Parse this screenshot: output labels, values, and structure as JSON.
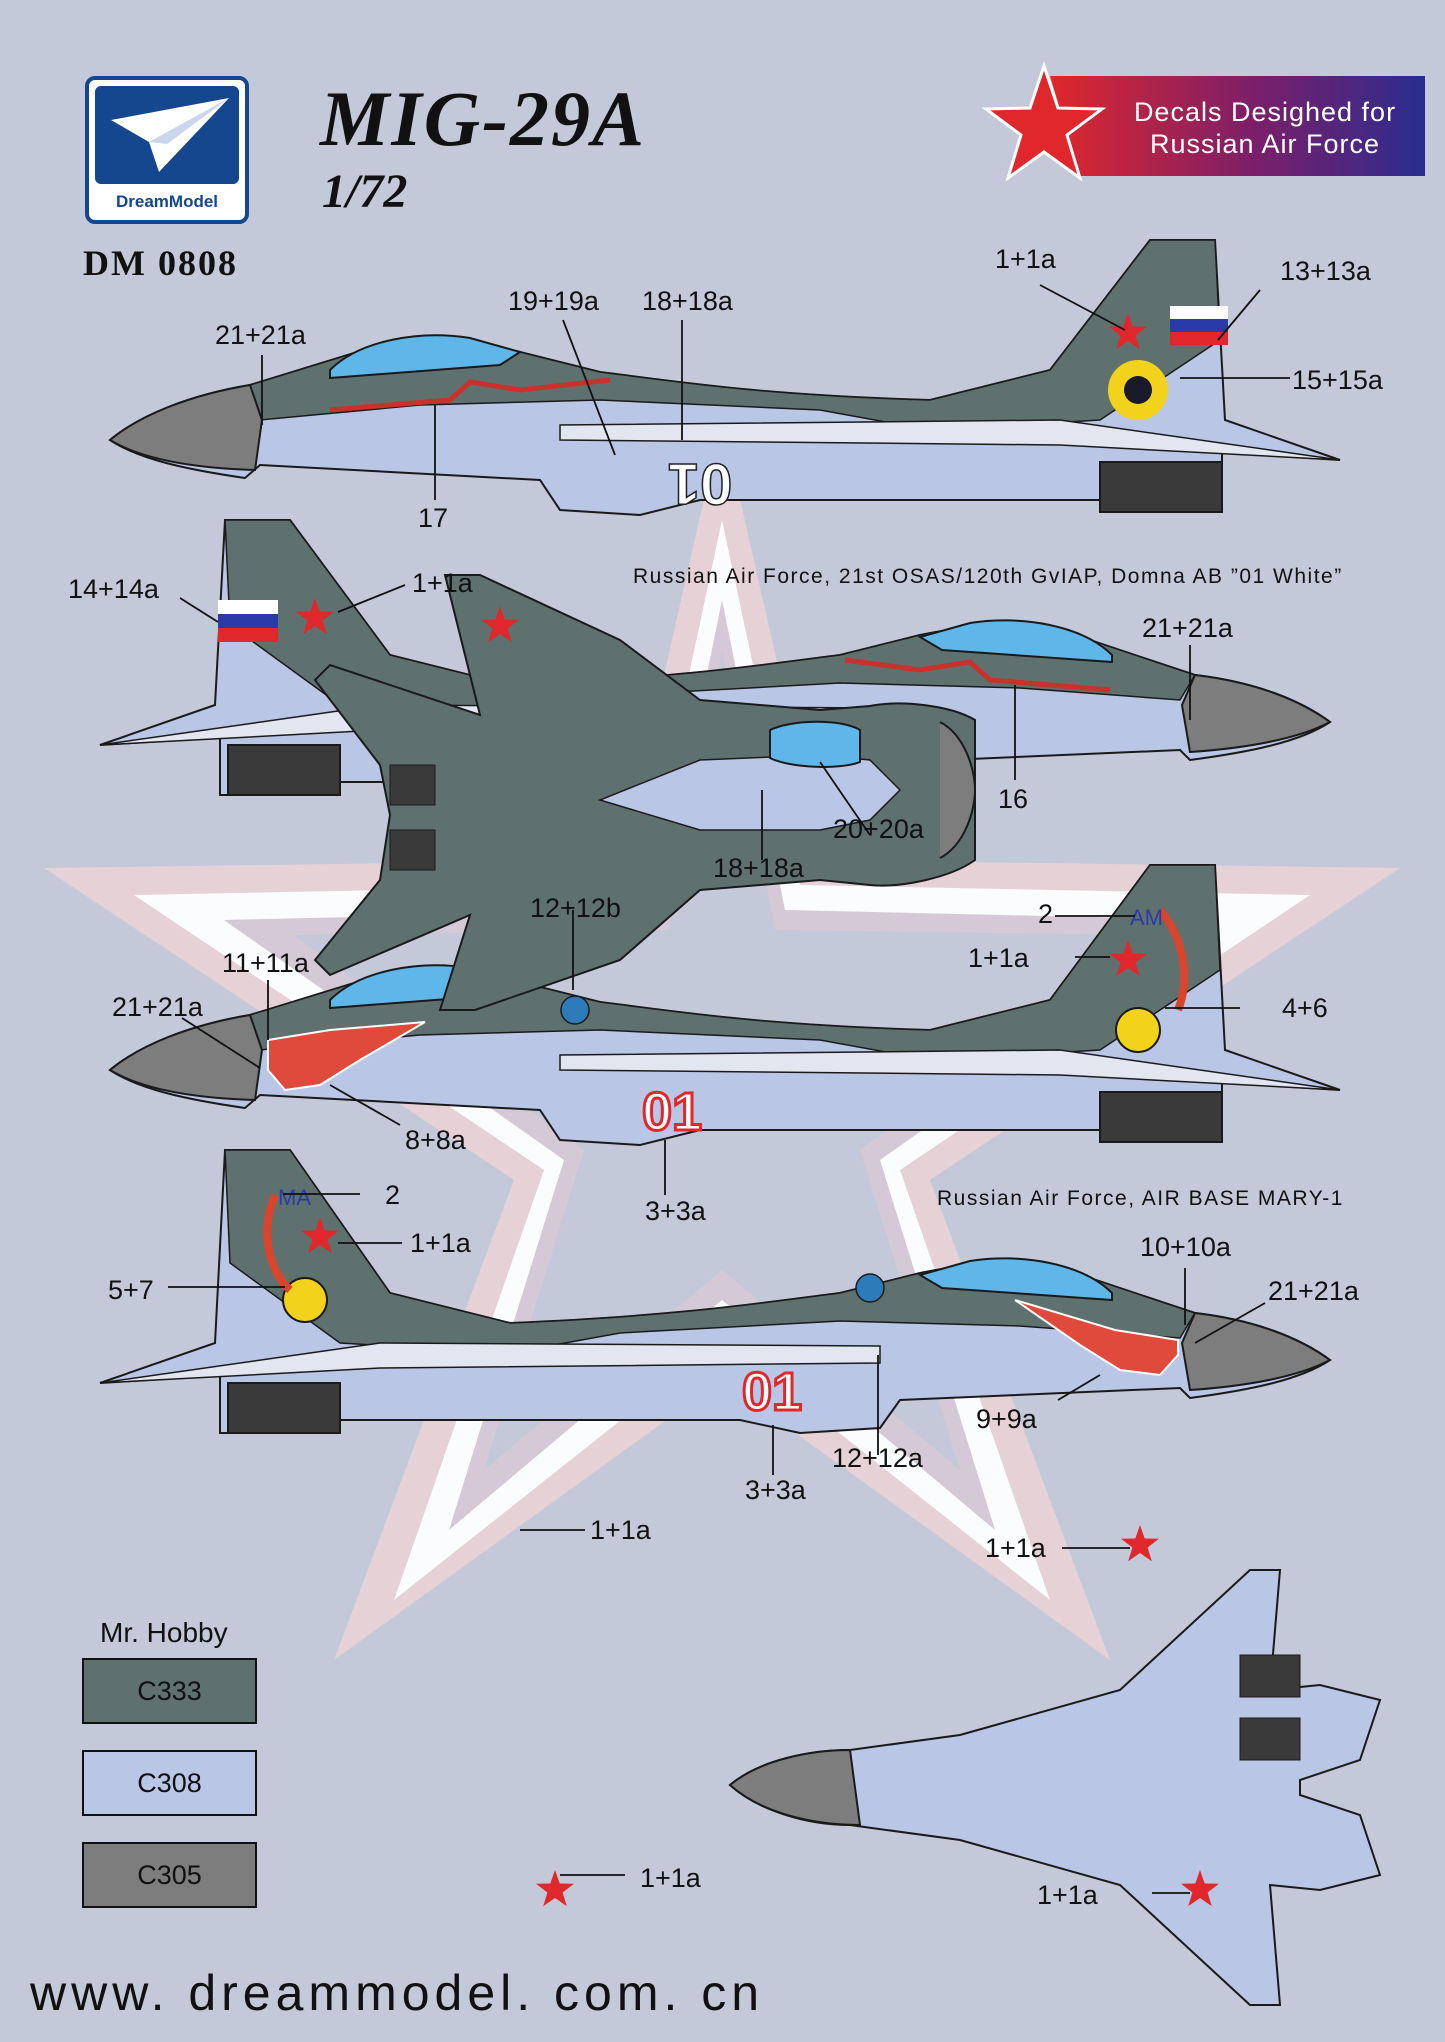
{
  "header": {
    "brand_name": "DreamModel",
    "title": "MIG-29A",
    "scale": "1/72",
    "product_code": "DM 0808",
    "banner_text_line1": "Decals Desighed for",
    "banner_text_line2": "Russian Air Force"
  },
  "colors": {
    "background": "#c3c9d8",
    "camo_dark": "#5f716f",
    "camo_light": "#b9c6e6",
    "radome": "#7d7d7d",
    "star_red": "#e0272c",
    "brand_blue": "#14478e"
  },
  "callouts": {
    "a1_21": "21+21a",
    "a1_19": "19+19a",
    "a1_18": "18+18a",
    "a1_1": "1+1a",
    "a1_13": "13+13a",
    "a1_15": "15+15a",
    "a1_17": "17",
    "a2_14": "14+14a",
    "a2_1": "1+1a",
    "a2_21": "21+21a",
    "a2_16": "16",
    "a2_20": "20+20a",
    "a2_18": "18+18a",
    "a3_12": "12+12b",
    "a3_11": "11+11a",
    "a3_21": "21+21a",
    "a3_8": "8+8a",
    "a3_3": "3+3a",
    "a3_2": "2",
    "a3_1": "1+1a",
    "a3_4": "4+6",
    "a4_2": "2",
    "a4_1": "1+1a",
    "a4_5": "5+7",
    "a4_10": "10+10a",
    "a4_21": "21+21a",
    "a4_9": "9+9a",
    "a4_12": "12+12a",
    "a4_3": "3+3a",
    "top_1a": "1+1a",
    "top_1b": "1+1a",
    "bot_1a": "1+1a",
    "bot_1b": "1+1a"
  },
  "captions": {
    "scheme1": "Russian Air Force, 21st OSAS/120th GvIAP, Domna AB ”01 White”",
    "scheme2": "Russian Air Force, AIR BASE MARY-1"
  },
  "aircraft_marks": {
    "board_number": "01",
    "code_a": "AM",
    "code_b": "MA"
  },
  "paint_guide": {
    "brand": "Mr. Hobby",
    "swatches": [
      {
        "code": "C333",
        "color": "#5f716f"
      },
      {
        "code": "C308",
        "color": "#b9c6e6"
      },
      {
        "code": "C305",
        "color": "#7d7d7d"
      }
    ]
  },
  "footer": {
    "url": "www. dreammodel. com. cn"
  }
}
